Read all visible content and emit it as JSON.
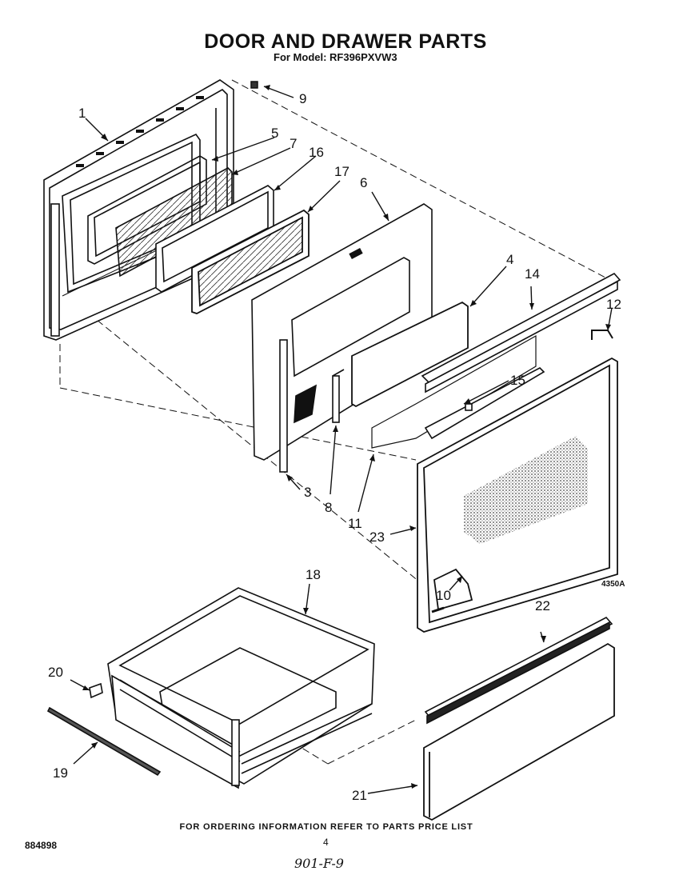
{
  "header": {
    "title": "DOOR AND DRAWER PARTS",
    "subtitle": "For Model: RF396PXVW3"
  },
  "figure_code": "4350A",
  "callouts": [
    {
      "id": "1",
      "label": "1"
    },
    {
      "id": "3",
      "label": "3"
    },
    {
      "id": "4",
      "label": "4"
    },
    {
      "id": "5",
      "label": "5"
    },
    {
      "id": "6",
      "label": "6"
    },
    {
      "id": "7",
      "label": "7"
    },
    {
      "id": "8",
      "label": "8"
    },
    {
      "id": "9",
      "label": "9"
    },
    {
      "id": "10",
      "label": "10"
    },
    {
      "id": "11",
      "label": "11"
    },
    {
      "id": "12",
      "label": "12"
    },
    {
      "id": "14",
      "label": "14"
    },
    {
      "id": "15",
      "label": "15"
    },
    {
      "id": "16",
      "label": "16"
    },
    {
      "id": "17",
      "label": "17"
    },
    {
      "id": "18",
      "label": "18"
    },
    {
      "id": "19",
      "label": "19"
    },
    {
      "id": "20",
      "label": "20"
    },
    {
      "id": "21",
      "label": "21"
    },
    {
      "id": "22",
      "label": "22"
    },
    {
      "id": "23",
      "label": "23"
    }
  ],
  "footer": {
    "ordering_info": "FOR ORDERING INFORMATION REFER TO PARTS PRICE LIST",
    "page_number": "4",
    "document_number": "884898",
    "handwritten_note": "901-F-9"
  }
}
